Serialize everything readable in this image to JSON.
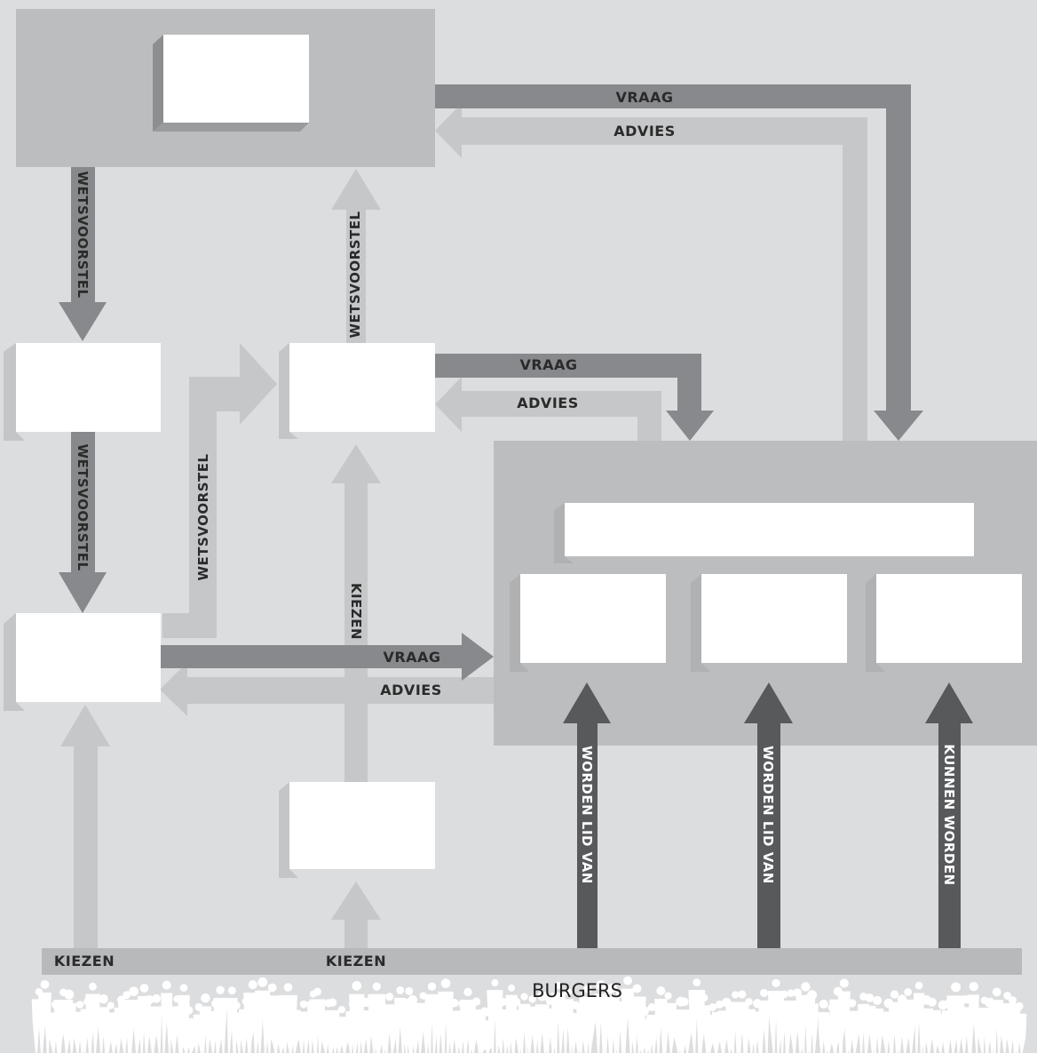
{
  "colors": {
    "background": "#dcdddf",
    "panel": "#bcbdbf",
    "arrow_light": "#c6c7c9",
    "arrow_dark": "#88898c",
    "arrow_darkest": "#58595b",
    "box": "#ffffff",
    "box_shadow": "#c4c5c7",
    "crowd": "#ffffff"
  },
  "labels": {
    "vraag": "VRAAG",
    "advies": "ADVIES",
    "wetsvoorstel": "WETSVOORSTEL",
    "kiezen": "KIEZEN",
    "worden_lid_van": "WORDEN LID VAN",
    "kunnen_worden": "KUNNEN WORDEN",
    "burgers": "BURGERS"
  }
}
